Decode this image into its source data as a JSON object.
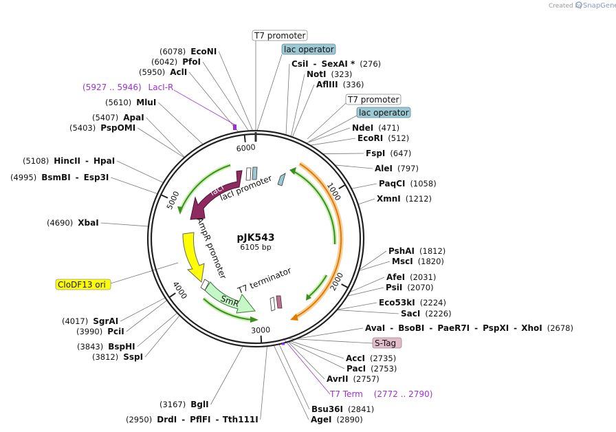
{
  "plasmid": {
    "name": "pJK543",
    "size": "6105 bp",
    "length": 6105
  },
  "branding": {
    "created_by": "Created by",
    "product": "SnapGene",
    "icon": "snapgene-logo-icon"
  },
  "ticks": [
    "1000",
    "2000",
    "3000",
    "4000",
    "5000",
    "6000"
  ],
  "colors": {
    "laci": "#8e2a5f",
    "ampr": "#ffff00",
    "smr": "#c6f7c6",
    "orf_green": "#3c8f1e",
    "orf_orange": "#e07a00",
    "lac_operator": "#9bc8d3",
    "stag": "#e1bccb",
    "clodf13": "#ffff00",
    "primer": "#9b30d9",
    "backbone": "#222222"
  },
  "boxed_labels": {
    "t7_promoter_top": "T7 promoter",
    "lac_operator_top": "lac operator",
    "t7_promoter_2": "T7 promoter",
    "lac_operator_2": "lac operator",
    "stag": "S-Tag",
    "clodf13": "CloDF13 ori"
  },
  "feature_labels": {
    "laci": "lacI",
    "laci_promoter": "lacI promoter",
    "ampr_promoter": "AmpR promoter",
    "smr": "SmR",
    "t7_terminator": "T7 terminator"
  },
  "primers": [
    {
      "name": "LacI-R",
      "range": "(5927 .. 5946)"
    },
    {
      "name": "T7 Term",
      "range": "(2772 .. 2790)"
    }
  ],
  "sites": [
    {
      "names": [
        "EcoNI"
      ],
      "pos": "(6078)"
    },
    {
      "names": [
        "PfoI"
      ],
      "pos": "(6042)"
    },
    {
      "names": [
        "AclI"
      ],
      "pos": "(5950)"
    },
    {
      "names": [
        "MluI"
      ],
      "pos": "(5610)"
    },
    {
      "names": [
        "ApaI"
      ],
      "pos": "(5407)"
    },
    {
      "names": [
        "PspOMI"
      ],
      "pos": "(5403)"
    },
    {
      "names": [
        "HincII",
        "HpaI"
      ],
      "pos": "(5108)"
    },
    {
      "names": [
        "BsmBI",
        "Esp3I"
      ],
      "pos": "(4995)"
    },
    {
      "names": [
        "XbaI"
      ],
      "pos": "(4690)"
    },
    {
      "names": [
        "SgrAI"
      ],
      "pos": "(4017)"
    },
    {
      "names": [
        "PciI"
      ],
      "pos": "(3990)"
    },
    {
      "names": [
        "BspHI"
      ],
      "pos": "(3843)"
    },
    {
      "names": [
        "SspI"
      ],
      "pos": "(3812)"
    },
    {
      "names": [
        "BglI"
      ],
      "pos": "(3167)"
    },
    {
      "names": [
        "DrdI",
        "PflFI",
        "Tth111I"
      ],
      "pos": "(2950)"
    },
    {
      "names": [
        "AgeI"
      ],
      "pos": "(2890)"
    },
    {
      "names": [
        "Bsu36I"
      ],
      "pos": "(2841)"
    },
    {
      "names": [
        "AvrII"
      ],
      "pos": "(2757)"
    },
    {
      "names": [
        "PacI"
      ],
      "pos": "(2753)"
    },
    {
      "names": [
        "AccI"
      ],
      "pos": "(2735)"
    },
    {
      "names": [
        "AvaI",
        "BsoBI",
        "PaeR7I",
        "PspXI",
        "XhoI"
      ],
      "pos": "(2678)"
    },
    {
      "names": [
        "SacI"
      ],
      "pos": "(2226)"
    },
    {
      "names": [
        "Eco53kI"
      ],
      "pos": "(2224)"
    },
    {
      "names": [
        "PsiI"
      ],
      "pos": "(2070)"
    },
    {
      "names": [
        "AfeI"
      ],
      "pos": "(2031)"
    },
    {
      "names": [
        "MscI"
      ],
      "pos": "(1820)"
    },
    {
      "names": [
        "PshAI"
      ],
      "pos": "(1812)"
    },
    {
      "names": [
        "XmnI"
      ],
      "pos": "(1212)"
    },
    {
      "names": [
        "PaqCI"
      ],
      "pos": "(1058)"
    },
    {
      "names": [
        "AleI"
      ],
      "pos": "(797)"
    },
    {
      "names": [
        "FspI"
      ],
      "pos": "(647)"
    },
    {
      "names": [
        "EcoRI"
      ],
      "pos": "(512)"
    },
    {
      "names": [
        "NdeI"
      ],
      "pos": "(471)"
    },
    {
      "names": [
        "AflIII"
      ],
      "pos": "(336)"
    },
    {
      "names": [
        "NotI"
      ],
      "pos": "(323)"
    },
    {
      "names": [
        "CsiI",
        "SexAI *"
      ],
      "pos": "(276)"
    }
  ]
}
